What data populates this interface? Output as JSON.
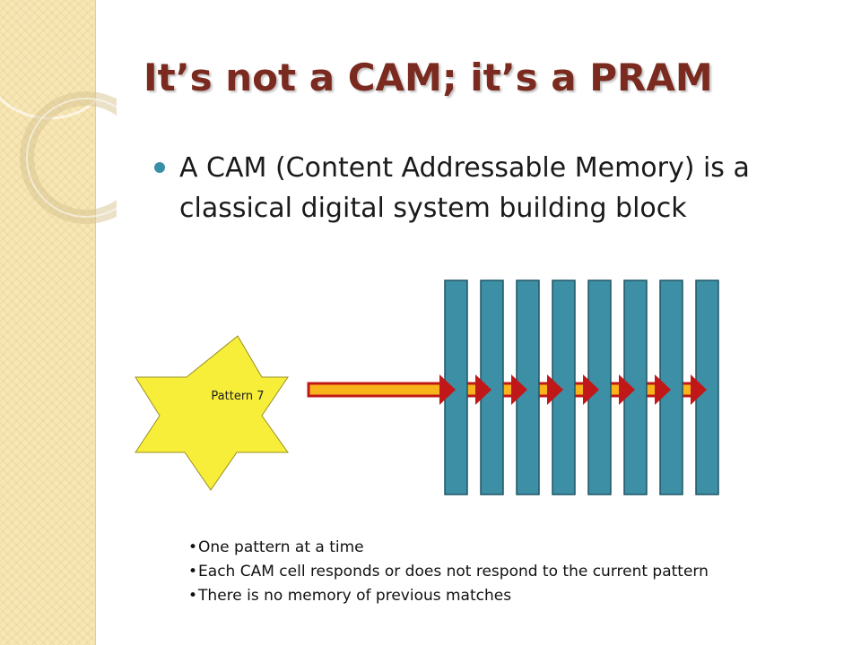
{
  "slide": {
    "title": "It’s not a CAM; it’s a PRAM",
    "bullet": "A CAM (Content Addressable Memory) is a classical digital system building block",
    "diagram": {
      "star_label": "Pattern 7",
      "cam_cell_count": 8,
      "colors": {
        "star_fill": "#f7ee3a",
        "cell_fill": "#3d8fa5",
        "cell_stroke": "#1f5566",
        "arrow_fill": "#f9b31b",
        "arrow_stroke": "#c01818",
        "title": "#7a2a1f",
        "bullet_dot": "#3a8fa8"
      }
    },
    "notes": [
      "One pattern at a time",
      "Each CAM cell responds or does not respond to the current pattern",
      "There is no memory of previous matches"
    ]
  }
}
